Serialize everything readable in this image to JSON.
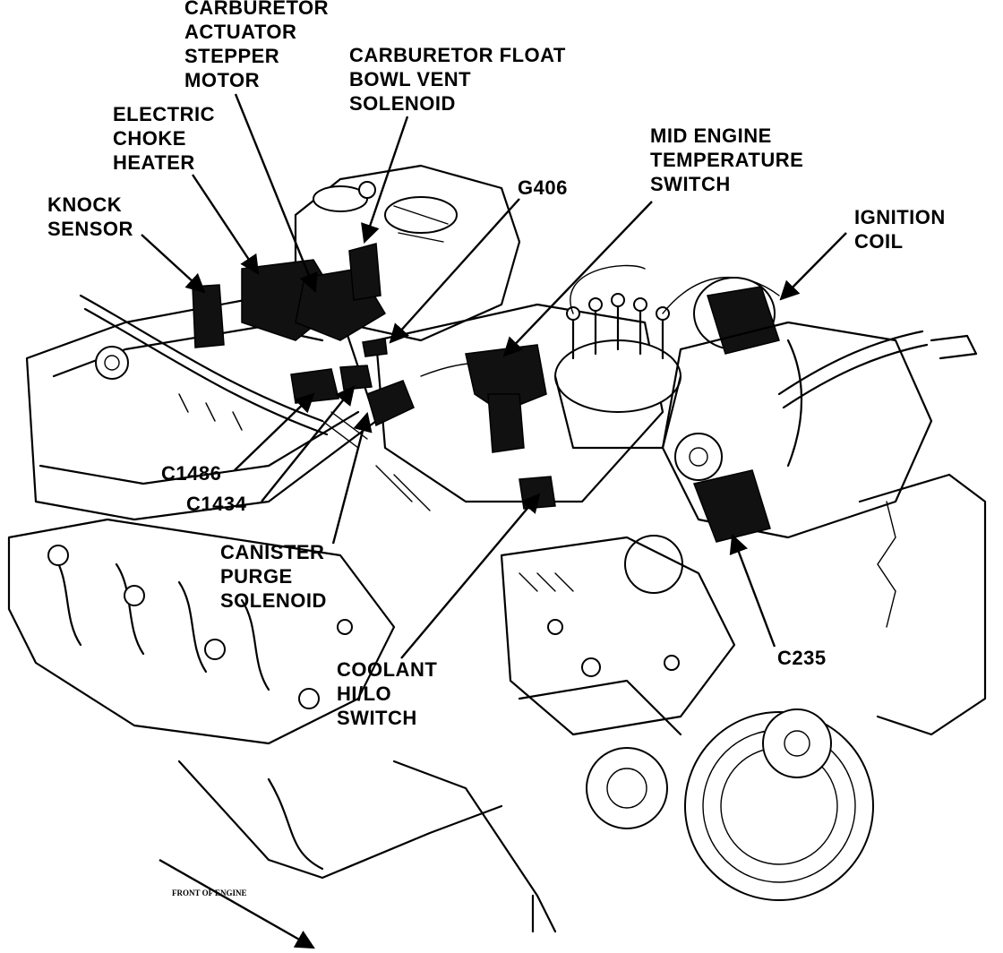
{
  "diagram": {
    "labels": {
      "carb_actuator": [
        "CARBURETOR",
        "ACTUATOR",
        "STEPPER",
        "MOTOR"
      ],
      "carb_float": [
        "CARBURETOR FLOAT",
        "BOWL VENT",
        "SOLENOID"
      ],
      "electric_choke": [
        "ELECTRIC",
        "CHOKE",
        "HEATER"
      ],
      "knock_sensor": [
        "KNOCK",
        "SENSOR"
      ],
      "g406": "G406",
      "mid_engine_temp": [
        "MID ENGINE",
        "TEMPERATURE",
        "SWITCH"
      ],
      "ignition_coil": [
        "IGNITION",
        "COIL"
      ],
      "c1486": "C1486",
      "c1434": "C1434",
      "canister_purge": [
        "CANISTER",
        "PURGE",
        "SOLENOID"
      ],
      "coolant_switch": [
        "COOLANT",
        "HI/LO",
        "SWITCH"
      ],
      "c235": "C235",
      "front_of_engine": "FRONT OF ENGINE"
    }
  }
}
